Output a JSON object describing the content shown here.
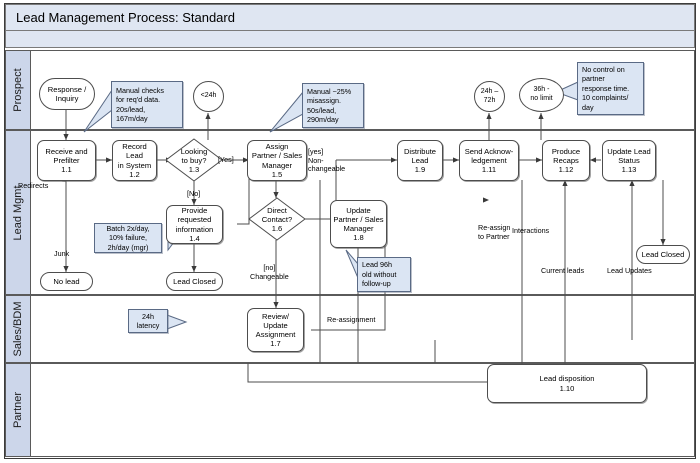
{
  "header": {
    "title": "Lead Management Process: Standard"
  },
  "lanes": [
    {
      "id": "prospect",
      "label": "Prospect"
    },
    {
      "id": "lead-mgmt",
      "label": "Lead Mgmt"
    },
    {
      "id": "sales-bdm",
      "label": "Sales/BDM"
    },
    {
      "id": "partner",
      "label": "Partner"
    }
  ],
  "colors": {
    "lane_header": "#ccd6ea",
    "title_bar": "#dfe6f2",
    "note_fill": "#dbe5f3",
    "note_border": "#5a6a85",
    "node_border": "#4d4d4d",
    "line": "#4d4d4d"
  },
  "nodes": {
    "response_inquiry": "Response / Inquiry",
    "receive_prefilter": "Receive and\nPrefilter\n1.1",
    "record_lead": "Record Lead\nin System\n1.2",
    "looking_to_buy": "Looking\nto buy?\n1.3",
    "provide_info": "Provide\nrequested\ninformation\n1.4",
    "assign_partner": "Assign\nPartner / Sales\nManager\n1.5",
    "direct_contact": "Direct\nContact?\n1.6",
    "review_update_assignment": "Review/\nUpdate\nAssignment\n1.7",
    "update_partner_sales_manager": "Update\nPartner / Sales\nManager\n1.8",
    "distribute_lead": "Distribute\nLead\n1.9",
    "lead_disposition": "Lead disposition\n1.10",
    "send_acknowledgement": "Send Acknow-\nledgement\n1.11",
    "produce_recaps": "Produce\nRecaps\n1.12",
    "update_lead_status": "Update Lead\nStatus\n1.13",
    "no_lead": "No lead",
    "lead_closed_left": "Lead Closed",
    "lead_closed_right": "Lead Closed"
  },
  "timers": {
    "under_24h": "<24h",
    "h24_72h": "24h –\n72h",
    "h36_nolimit": "36h -\nno limit"
  },
  "notes": {
    "manual_checks": [
      "Manual checks",
      "for req'd data.",
      "20s/lead,",
      "167m/day"
    ],
    "manual_misassign": [
      "Manual ~25%",
      "misassign.",
      "50s/lead,",
      "290m/day"
    ],
    "no_control": [
      "No control on",
      "partner",
      "response time.",
      "10 complaints/",
      "day"
    ],
    "batch": [
      "Batch 2x/day,",
      "10% failure,",
      "2h/day (mgr)"
    ],
    "lead_96h": [
      "Lead 96h",
      "old without",
      "follow-up"
    ],
    "latency_24h": [
      "24h",
      "latency"
    ]
  },
  "flow_labels": {
    "redirects": "Redirects",
    "junk": "Junk",
    "no_looking": "[No]",
    "yes_looking": "[Yes]",
    "yes_nonchangeable": "[yes]\nNon-\nchangeable",
    "no_changeable": "[no]\nChangeable",
    "reassignment": "Re-assignment",
    "reassign_to_partner": "Re-assign\nto Partner",
    "interactions": "Interactions",
    "current_leads": "Current leads",
    "lead_updates": "Lead Updates"
  }
}
